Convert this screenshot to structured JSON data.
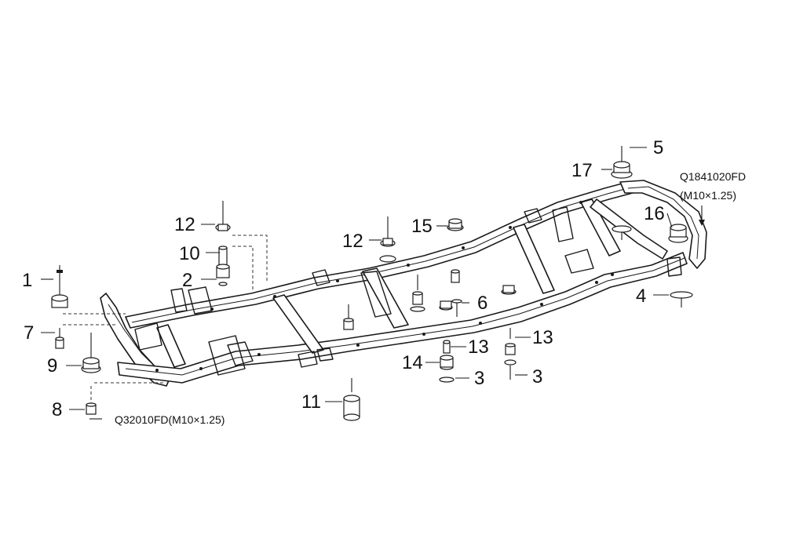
{
  "callouts": {
    "c1": "1",
    "c2": "2",
    "c3a": "3",
    "c3b": "3",
    "c4": "4",
    "c5": "5",
    "c6": "6",
    "c7": "7",
    "c8": "8",
    "c9": "9",
    "c10": "10",
    "c11": "11",
    "c12a": "12",
    "c12b": "12",
    "c13a": "13",
    "c13b": "13",
    "c14": "14",
    "c15": "15",
    "c16": "16",
    "c17": "17"
  },
  "notes": {
    "rear_bolt_code": "Q1841020FD",
    "rear_bolt_thread": "(M10×1.25)",
    "front_bolt_spec": "Q32010FD(M10×1.25)"
  }
}
